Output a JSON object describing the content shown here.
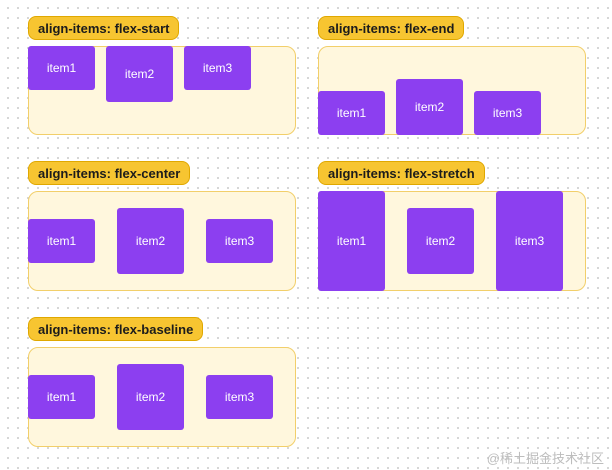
{
  "panels": [
    {
      "label": "align-items: flex-start",
      "items": [
        "item1",
        "item2",
        "item3"
      ]
    },
    {
      "label": "align-items: flex-end",
      "items": [
        "item1",
        "item2",
        "item3"
      ]
    },
    {
      "label": "align-items: flex-center",
      "items": [
        "item1",
        "item2",
        "item3"
      ]
    },
    {
      "label": "align-items: flex-stretch",
      "items": [
        "item1",
        "item2",
        "item3"
      ]
    },
    {
      "label": "align-items: flex-baseline",
      "items": [
        "item1",
        "item2",
        "item3"
      ]
    }
  ],
  "watermark": "@稀土掘金技术社区",
  "colors": {
    "label_bg": "#f7c531",
    "container_bg": "#fff7dd",
    "item_bg": "#8c3ff0"
  }
}
